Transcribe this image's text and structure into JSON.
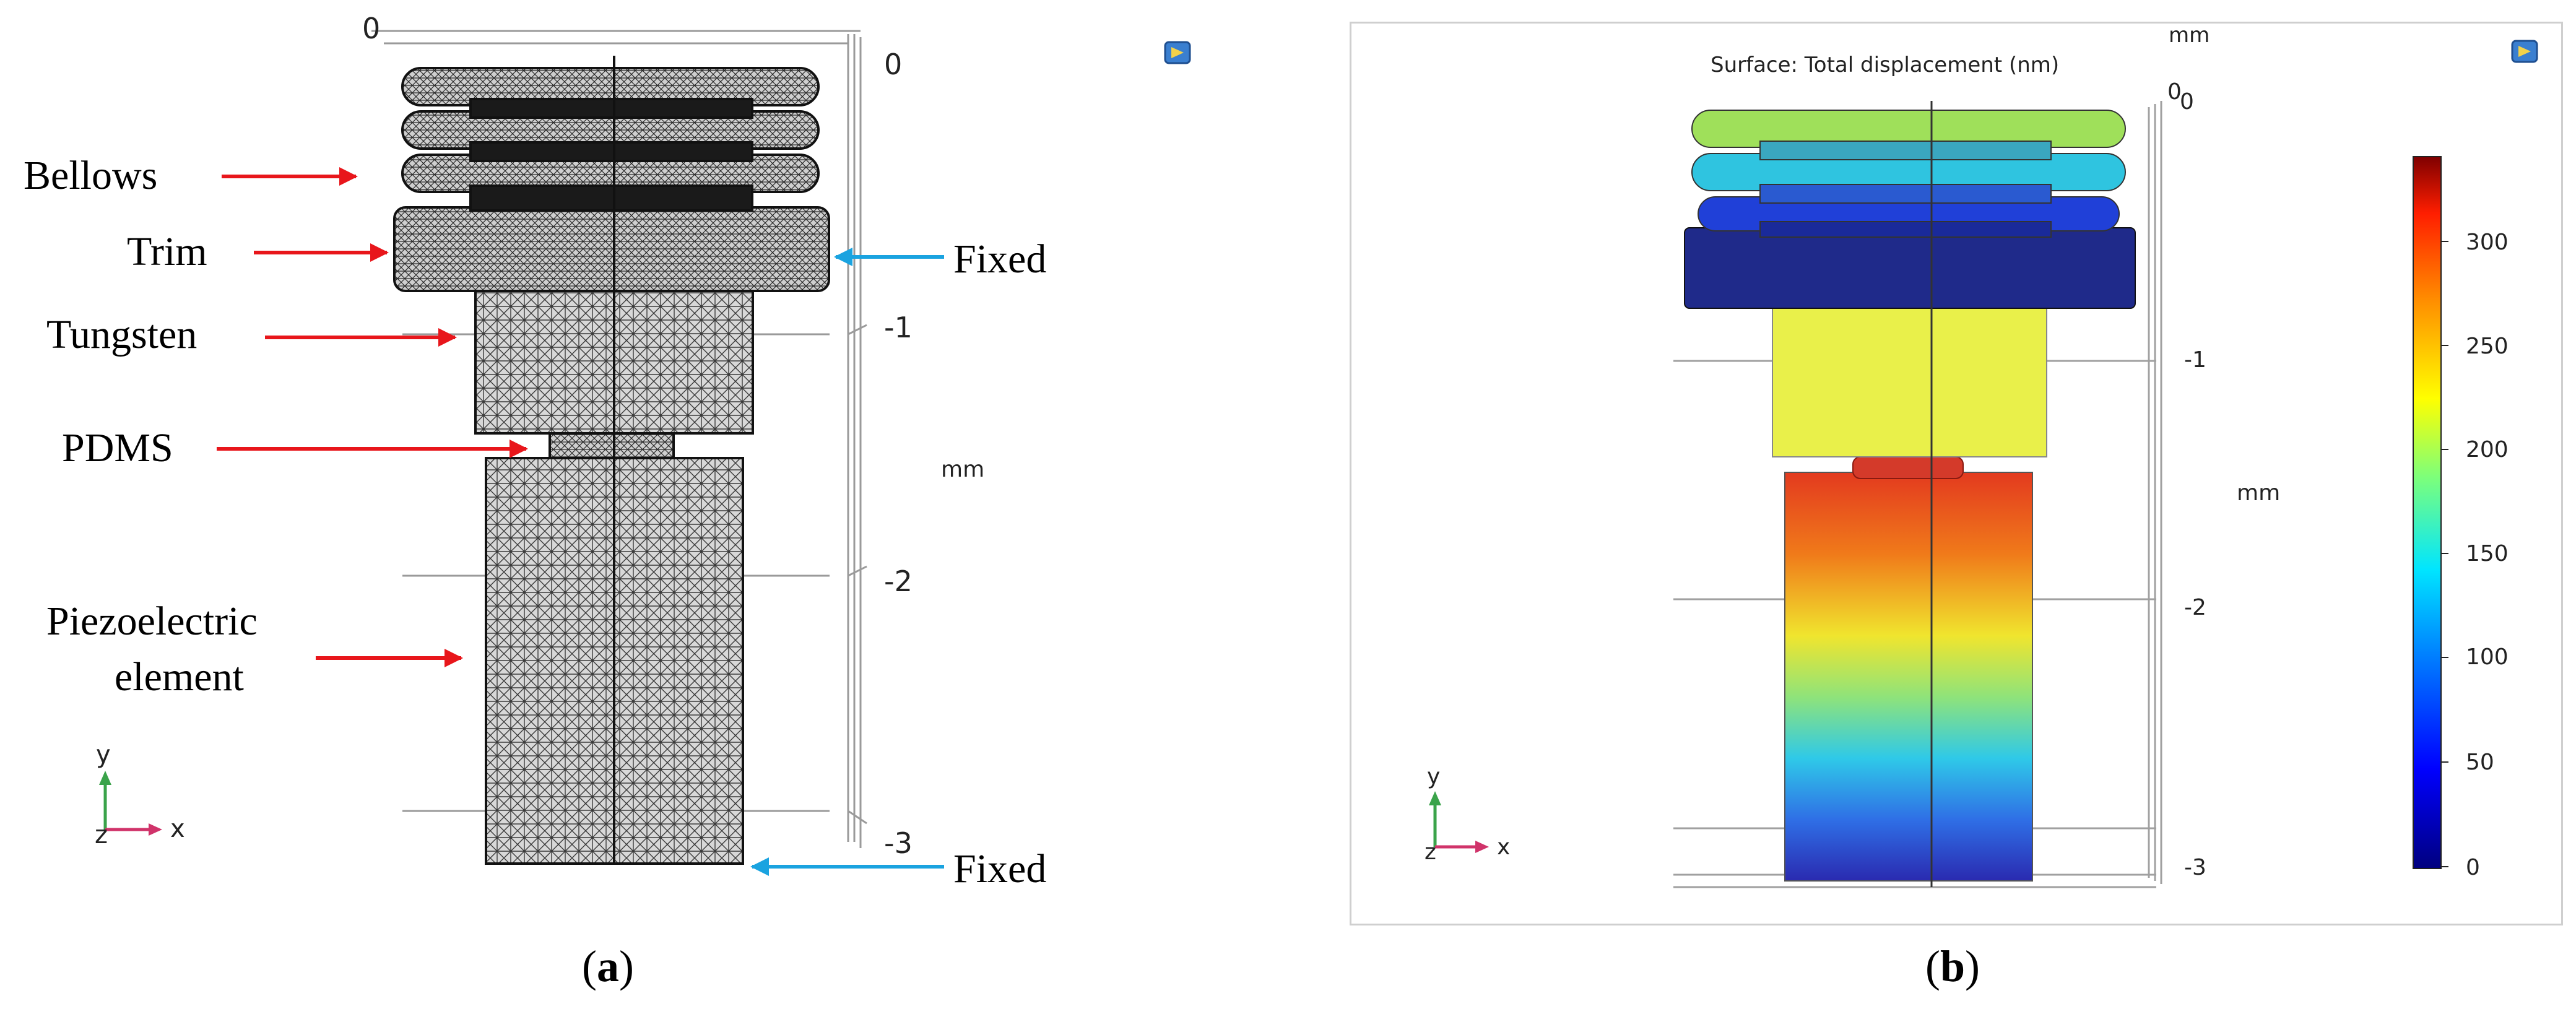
{
  "panel_a": {
    "labels": {
      "bellows": "Bellows",
      "trim": "Trim",
      "tungsten": "Tungsten",
      "pdms": "PDMS",
      "piezo_line1": "Piezoelectric",
      "piezo_line2": "element",
      "fixed_top": "Fixed",
      "fixed_bottom": "Fixed"
    },
    "axis": {
      "top_label": "0",
      "ticks": [
        "0",
        "-1",
        "-2",
        "-3"
      ],
      "unit": "mm"
    },
    "triad": {
      "y": "y",
      "x": "x",
      "z": "z"
    },
    "colors": {
      "label_arrow": "#e8161b",
      "fixed_arrow": "#1aa3e0"
    }
  },
  "panel_b": {
    "title": "Surface: Total displacement (nm)",
    "top_unit": "mm",
    "axis": {
      "top_labels": [
        "0",
        "0"
      ],
      "ticks": [
        "-1",
        "-2",
        "-3"
      ],
      "unit": "mm"
    },
    "colorbar": {
      "ticks": [
        "0",
        "50",
        "100",
        "150",
        "200",
        "250",
        "300"
      ],
      "range": [
        0,
        340
      ],
      "colormap": "rainbow"
    },
    "triad": {
      "y": "y",
      "x": "x",
      "z": "z"
    }
  },
  "captions": {
    "a": "a",
    "b": "b"
  }
}
